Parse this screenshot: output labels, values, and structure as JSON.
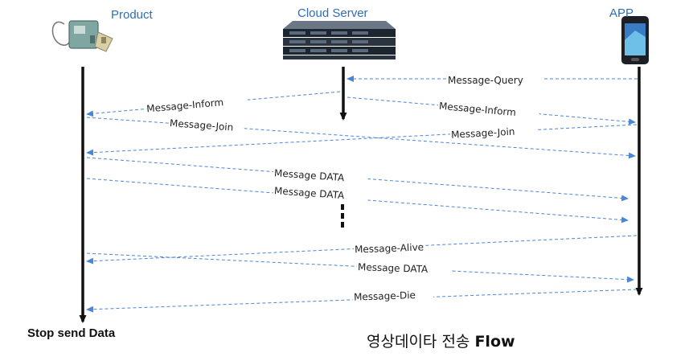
{
  "actors": {
    "product": "Product",
    "cloud_server": "Cloud Server",
    "app": "APP"
  },
  "messages": [
    {
      "label": "Message-Query"
    },
    {
      "label": "Message-Inform"
    },
    {
      "label": "Message-Inform"
    },
    {
      "label": "Message-Join"
    },
    {
      "label": "Message-Join"
    },
    {
      "label": "Message DATA"
    },
    {
      "label": "Message DATA"
    },
    {
      "label": "Message-Alive"
    },
    {
      "label": "Message DATA"
    },
    {
      "label": "Message-Die"
    }
  ],
  "footer": {
    "left": "Stop send Data",
    "right_korean": "영상데이타 전송",
    "right_flow": "Flow"
  },
  "colors": {
    "label_blue": "#2e6db8",
    "dashed_blue": "#4a86d8",
    "lifeline": "#111111"
  }
}
